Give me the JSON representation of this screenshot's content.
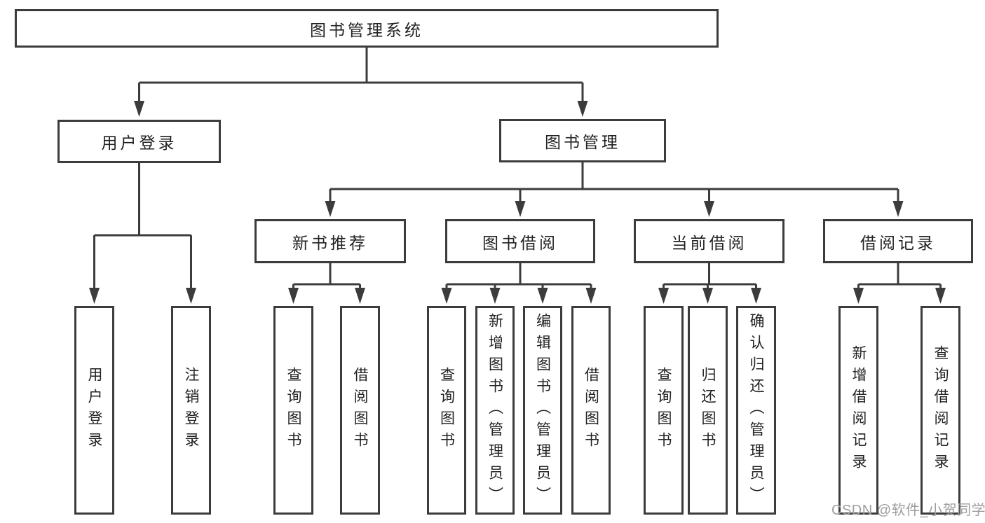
{
  "nodes": {
    "root": "图书管理系统",
    "userLogin": "用户登录",
    "bookMgmt": "图书管理",
    "newBookRec": "新书推荐",
    "bookBorrow": "图书借阅",
    "currentBorrow": "当前借阅",
    "borrowRecord": "借阅记录",
    "leaf": [
      "用户登录",
      "注销登录",
      "查询图书",
      "借阅图书",
      "查询图书",
      "新增图书（管理员）",
      "编辑图书（管理员）",
      "借阅图书",
      "查询图书",
      "归还图书",
      "确认归还（管理员）",
      "新增借阅记录",
      "查询借阅记录"
    ]
  },
  "watermark": "CSDN @软件_小贺同学",
  "colors": {
    "line": "#3c3c3c",
    "border": "#3c3c3c",
    "text": "#222222",
    "background": "#ffffff",
    "watermark": "#9e9e9e"
  }
}
